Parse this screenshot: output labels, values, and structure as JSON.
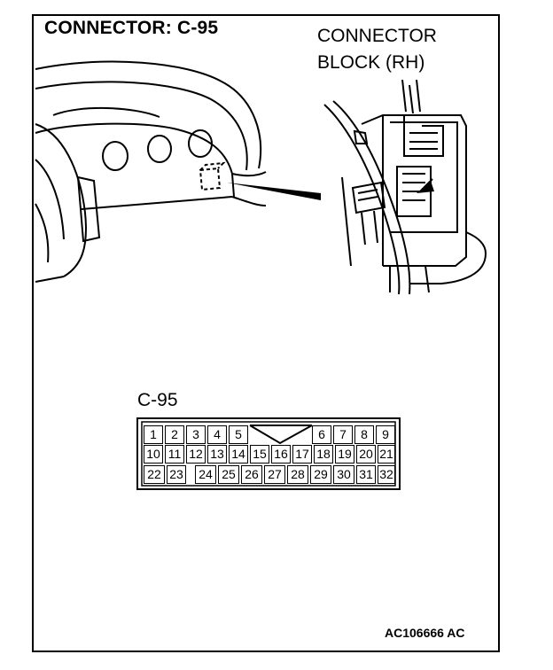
{
  "title": "CONNECTOR: C-95",
  "connector_block": {
    "line1": "CONNECTOR",
    "line2": "BLOCK (RH)"
  },
  "connector_label": "C-95",
  "reference_code": "AC106666 AC",
  "pins": {
    "row1": [
      "1",
      "2",
      "3",
      "4",
      "5",
      "6",
      "7",
      "8",
      "9"
    ],
    "row2": [
      "10",
      "11",
      "12",
      "13",
      "14",
      "15",
      "16",
      "17",
      "18",
      "19",
      "20",
      "21"
    ],
    "row3": [
      "22",
      "23",
      "24",
      "25",
      "26",
      "27",
      "28",
      "29",
      "30",
      "31",
      "32"
    ]
  }
}
